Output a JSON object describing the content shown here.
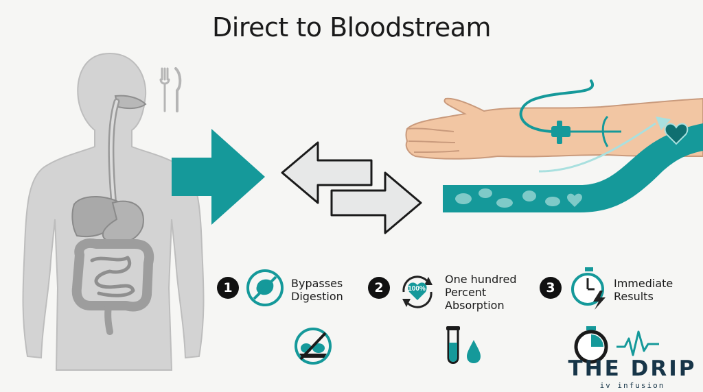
{
  "title": "Direct to Bloodstream",
  "steps": [
    {
      "number": "1",
      "lines": [
        "Bypasses",
        "Digestion"
      ],
      "icon": "no-digestion-icon"
    },
    {
      "number": "2",
      "lines": [
        "One hundred",
        "Percent",
        "Absorption"
      ],
      "icon": "full-absorption-icon",
      "badge": "100%"
    },
    {
      "number": "3",
      "lines": [
        "Immediate",
        "Results"
      ],
      "icon": "stopwatch-lightning-icon"
    }
  ],
  "brand": {
    "name": "THE DRIP",
    "tagline": "iv infusion"
  },
  "colors": {
    "accent": "#15999a",
    "body": "#d3d3d3",
    "organ": "#a9a9a9",
    "skin": "#f2c6a3",
    "arrow_gray": "#e7e8e8"
  }
}
